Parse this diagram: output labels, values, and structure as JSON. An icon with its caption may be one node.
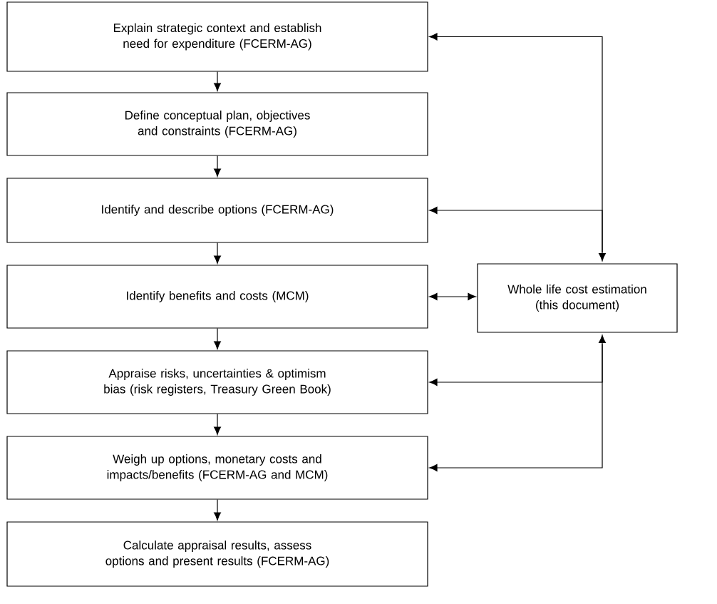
{
  "diagram": {
    "nodes": [
      {
        "text": [
          "Explain strategic context and establish need for expenditure (FCERM-AG)"
        ]
      },
      {
        "text": [
          "Define conceptual plan, objectives and constraints (FCERM-AG)"
        ]
      },
      {
        "text": [
          "Identify and describe options (FCERM-AG)"
        ]
      },
      {
        "text": [
          "Identify benefits and costs (MCM)"
        ]
      },
      {
        "text": [
          "Appraise risks, uncertainties & optimism bias (risk registers, Treasury Green Book)"
        ]
      },
      {
        "text": [
          "Weigh up options, monetary costs and impacts/benefits (FCERM-AG and MCM)"
        ]
      },
      {
        "text": [
          "Calculate appraisal results, assess options and present results (FCERM-AG)"
        ]
      },
      {
        "text": [
          "Whole life cost estimation (this document)"
        ]
      }
    ],
    "edges": [
      {
        "from": 0,
        "to": 1,
        "arrow": "to"
      },
      {
        "from": 1,
        "to": 2,
        "arrow": "to"
      },
      {
        "from": 2,
        "to": 3,
        "arrow": "to"
      },
      {
        "from": 3,
        "to": 4,
        "arrow": "to"
      },
      {
        "from": 4,
        "to": 5,
        "arrow": "to"
      },
      {
        "from": 5,
        "to": 6,
        "arrow": "to"
      },
      {
        "from": 3,
        "to": 7,
        "arrow": "both"
      },
      {
        "from": 7,
        "to": 0,
        "arrow": "both"
      },
      {
        "from": 7,
        "to": 2,
        "arrow": "to"
      },
      {
        "from": 7,
        "to": 5,
        "arrow": "both"
      },
      {
        "from": 7,
        "to": 4,
        "arrow": "to"
      }
    ]
  }
}
